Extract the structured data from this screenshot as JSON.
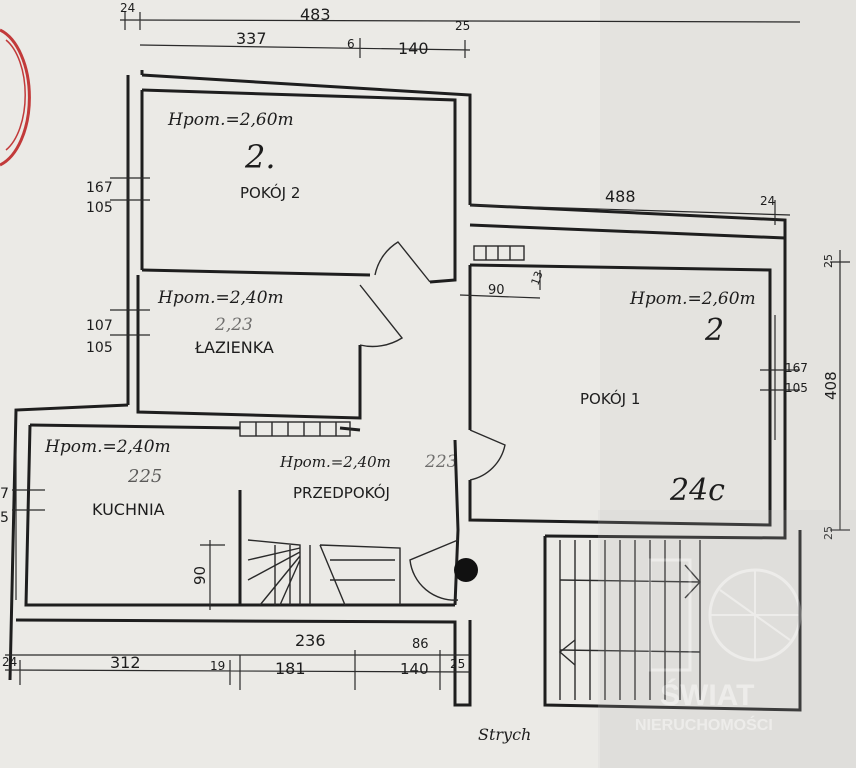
{
  "rooms": {
    "pokoj2": {
      "name": "POKÓJ 2",
      "height": "Hpom.=2,60m",
      "number": "2."
    },
    "lazienka": {
      "name": "ŁAZIENKA",
      "height": "Hpom.=2,40m",
      "area_mark": "2,23"
    },
    "kuchnia": {
      "name": "KUCHNIA",
      "height": "Hpom.=2,40m",
      "area_mark": "225"
    },
    "przedpokoj": {
      "name": "PRZEDPOKÓJ",
      "height": "Hpom.=2,40m",
      "area_mark": "223"
    },
    "pokoj1": {
      "name": "POKÓJ 1",
      "height": "Hpom.=2,60m",
      "number": "2",
      "area_mark": "24c"
    }
  },
  "dimensions": {
    "top_total": "483",
    "top_left": "337",
    "top_mid": "6",
    "top_right": "140",
    "top_left_wall": "24",
    "top_right_wall": "25",
    "right_top": "488",
    "right_top_wall": "24",
    "side_2_a": "167",
    "side_2_b": "105",
    "side_lazienka_a": "107",
    "side_lazienka_b": "105",
    "side_kuchnia_a": "7",
    "side_kuchnia_b": "5",
    "pokoj1_side_a": "167",
    "pokoj1_side_b": "105",
    "right_height": "408",
    "right_small_top": "25",
    "right_small_bottom": "25",
    "small_13": "13",
    "small_90_pokoj": "90",
    "stair_90": "90",
    "bottom_left_wall": "24",
    "bottom_312": "312",
    "bottom_19": "19",
    "bottom_236": "236",
    "bottom_86": "86",
    "bottom_181": "181",
    "bottom_140": "140",
    "bottom_25": "25"
  },
  "labels": {
    "attic": "Strych"
  },
  "watermark": {
    "line1": "ŚWIAT",
    "line2": "NIERUCHOMOŚCI"
  }
}
